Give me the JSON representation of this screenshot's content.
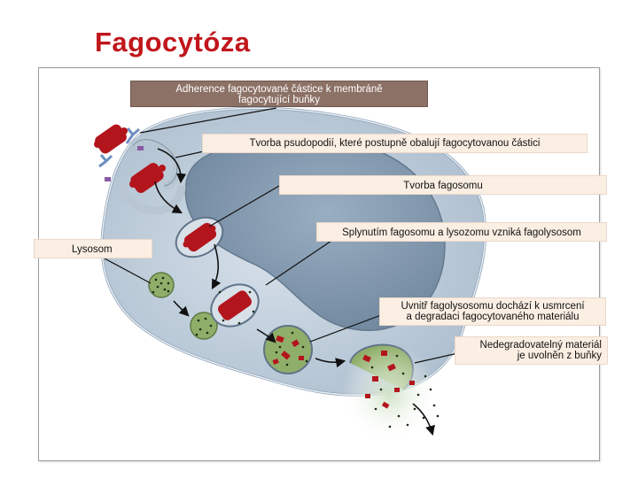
{
  "title": "Fagocytóza",
  "labels": {
    "adherence_line1": "Adherence fagocytované částice k membráně",
    "adherence_line2": "fagocytující buňky",
    "pseudopodia": "Tvorba psudopodií, které postupně obalují fagocytovanou částici",
    "phagosome": "Tvorba fagosomu",
    "fusion": "Splynutím fagosomu a lysozomu vzniká fagolysosom",
    "lysosome": "Lysosom",
    "digestion_line1": "Uvnitř fagolysosomu dochází k usmrcení",
    "digestion_line2": "a degradaci fagocytovaného materiálu",
    "release_line1": "Nedegradovatelný materiál",
    "release_line2": "je uvolněn z buňky"
  },
  "colors": {
    "title": "#c0161b",
    "cytoplasm": "#c3cfdb",
    "nucleus": "#7f95ab",
    "bacterium": "#b3151d",
    "lysosome": "#8fae69",
    "receptor": "#6f8fc2",
    "label_background": "#fbeee3",
    "dark_label": "#8c7166"
  }
}
